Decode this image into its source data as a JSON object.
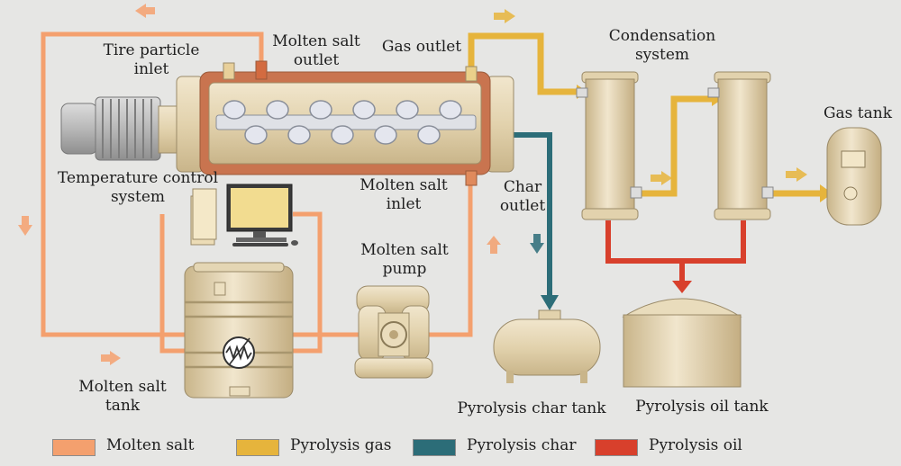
{
  "labels": {
    "tire_particle_inlet": [
      "Tire particle",
      "inlet"
    ],
    "molten_salt_outlet": [
      "Molten salt",
      "outlet"
    ],
    "gas_outlet": "Gas outlet",
    "condensation_system": [
      "Condensation",
      "system"
    ],
    "gas_tank": "Gas tank",
    "temperature_control_system": [
      "Temperature control",
      "system"
    ],
    "molten_salt_inlet": [
      "Molten salt",
      "inlet"
    ],
    "char_outlet": [
      "Char",
      "outlet"
    ],
    "molten_salt_pump": [
      "Molten salt",
      "pump"
    ],
    "molten_salt_tank": [
      "Molten salt",
      "tank"
    ],
    "pyrolysis_char_tank": "Pyrolysis char tank",
    "pyrolysis_oil_tank": "Pyrolysis oil tank"
  },
  "legend": [
    {
      "label": "Molten salt",
      "color": "#f4a06e"
    },
    {
      "label": "Pyrolysis gas",
      "color": "#e6b43c"
    },
    {
      "label": "Pyrolysis char",
      "color": "#2c6d78"
    },
    {
      "label": "Pyrolysis oil",
      "color": "#d8402c"
    }
  ],
  "colors": {
    "molten_salt": "#f4a06e",
    "pyrolysis_gas": "#e6b43c",
    "pyrolysis_char": "#2c6d78",
    "pyrolysis_oil": "#d8402c",
    "vessel": "#e3d4b2",
    "background": "#e6e6e4"
  },
  "icons": [
    "motor-icon",
    "screw-conveyor-icon",
    "computer-icon",
    "pump-icon",
    "heater-icon",
    "flow-arrow-icon"
  ]
}
